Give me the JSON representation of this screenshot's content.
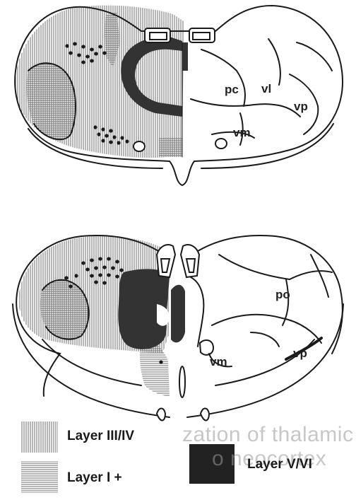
{
  "upper_section": {
    "labels": [
      "pc",
      "vl",
      "vp",
      "vm"
    ]
  },
  "lower_section": {
    "labels": [
      "po",
      "vp",
      "vm"
    ]
  },
  "legend": [
    {
      "key": "layer_3_4",
      "label": "Layer III/IV",
      "pattern": "vertical-hatch"
    },
    {
      "key": "layer_1_plus",
      "label": "Layer I +",
      "pattern": "horizontal-hatch"
    },
    {
      "key": "layer_5_6",
      "label": "Layer V/VI",
      "pattern": "solid-dark"
    }
  ],
  "bleed_through_text": {
    "line1": "zation of thalamic",
    "line2": "o neocortex"
  },
  "colors": {
    "ink": "#1a1a1a",
    "hatch": "#6e6e6e",
    "dark_fill": "#333333",
    "paper": "#ffffff"
  }
}
